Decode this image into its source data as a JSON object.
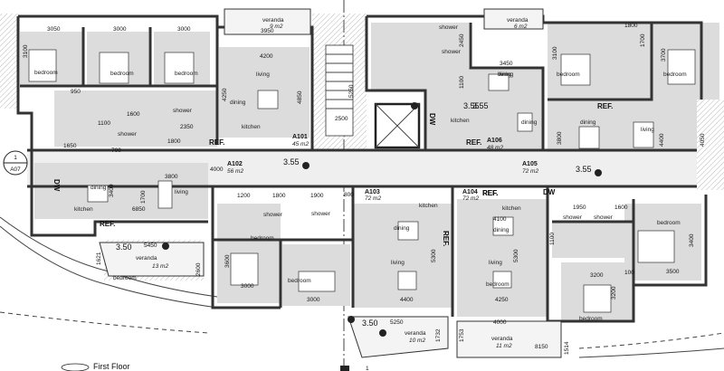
{
  "drawing": {
    "floor_title": "First Floor",
    "section_marker": {
      "number": "1",
      "sheet": "A07"
    },
    "bottom_marker": "1"
  },
  "levels": [
    "3.55",
    "3.55",
    "3.55",
    "3.55",
    "3.50",
    "3.50"
  ],
  "units": [
    {
      "id": "A101",
      "area": "45 m2"
    },
    {
      "id": "A102",
      "area": "56 m2"
    },
    {
      "id": "A103",
      "area": "72 m2"
    },
    {
      "id": "A104",
      "area": "72 m2"
    },
    {
      "id": "A105",
      "area": "72 m2"
    },
    {
      "id": "A106",
      "area": "48 m2"
    }
  ],
  "verandas": [
    {
      "label": "veranda",
      "area": "9 m2"
    },
    {
      "label": "veranda",
      "area": "6 m2"
    },
    {
      "label": "veranda",
      "area": "13 m2"
    },
    {
      "label": "veranda",
      "area": "10 m2"
    },
    {
      "label": "veranda",
      "area": "11 m2"
    }
  ],
  "rooms": [
    "bedroom",
    "bedroom",
    "bedroom",
    "living",
    "dining",
    "kitchen",
    "shower",
    "shower",
    "shower",
    "dining",
    "living",
    "kitchen",
    "shower",
    "kitchen",
    "dining",
    "bedroom",
    "living",
    "dining",
    "shower",
    "shower",
    "bedroom",
    "bedroom",
    "dining",
    "living",
    "kitchen",
    "dining",
    "living",
    "bedroom",
    "shower",
    "shower",
    "bedroom",
    "bedroom",
    "bedroom",
    "bedroom",
    "kitchen",
    "dining",
    "living"
  ],
  "tags": [
    "REF.",
    "REF.",
    "REF.",
    "REF.",
    "REF.",
    "REF.",
    "REF.",
    "DW",
    "DW",
    "DW",
    "REF."
  ],
  "dimensions": [
    "3050",
    "3000",
    "3000",
    "3100",
    "950",
    "1100",
    "1600",
    "700",
    "1650",
    "2350",
    "1800",
    "4200",
    "4250",
    "4850",
    "2500",
    "5250",
    "3950",
    "1200",
    "800",
    "1800",
    "1900",
    "3800",
    "6850",
    "1700",
    "4000",
    "3400",
    "5450",
    "2600",
    "1621",
    "3600",
    "3000",
    "3000",
    "4400",
    "5300",
    "4100",
    "5300",
    "4250",
    "5250",
    "4000",
    "1732",
    "1753",
    "8150",
    "1514",
    "2450",
    "3450",
    "1100",
    "3100",
    "3700",
    "1700",
    "1800",
    "3800",
    "4400",
    "4050",
    "1950",
    "1600",
    "3400",
    "1100",
    "3200",
    "3500",
    "3200",
    "100"
  ]
}
